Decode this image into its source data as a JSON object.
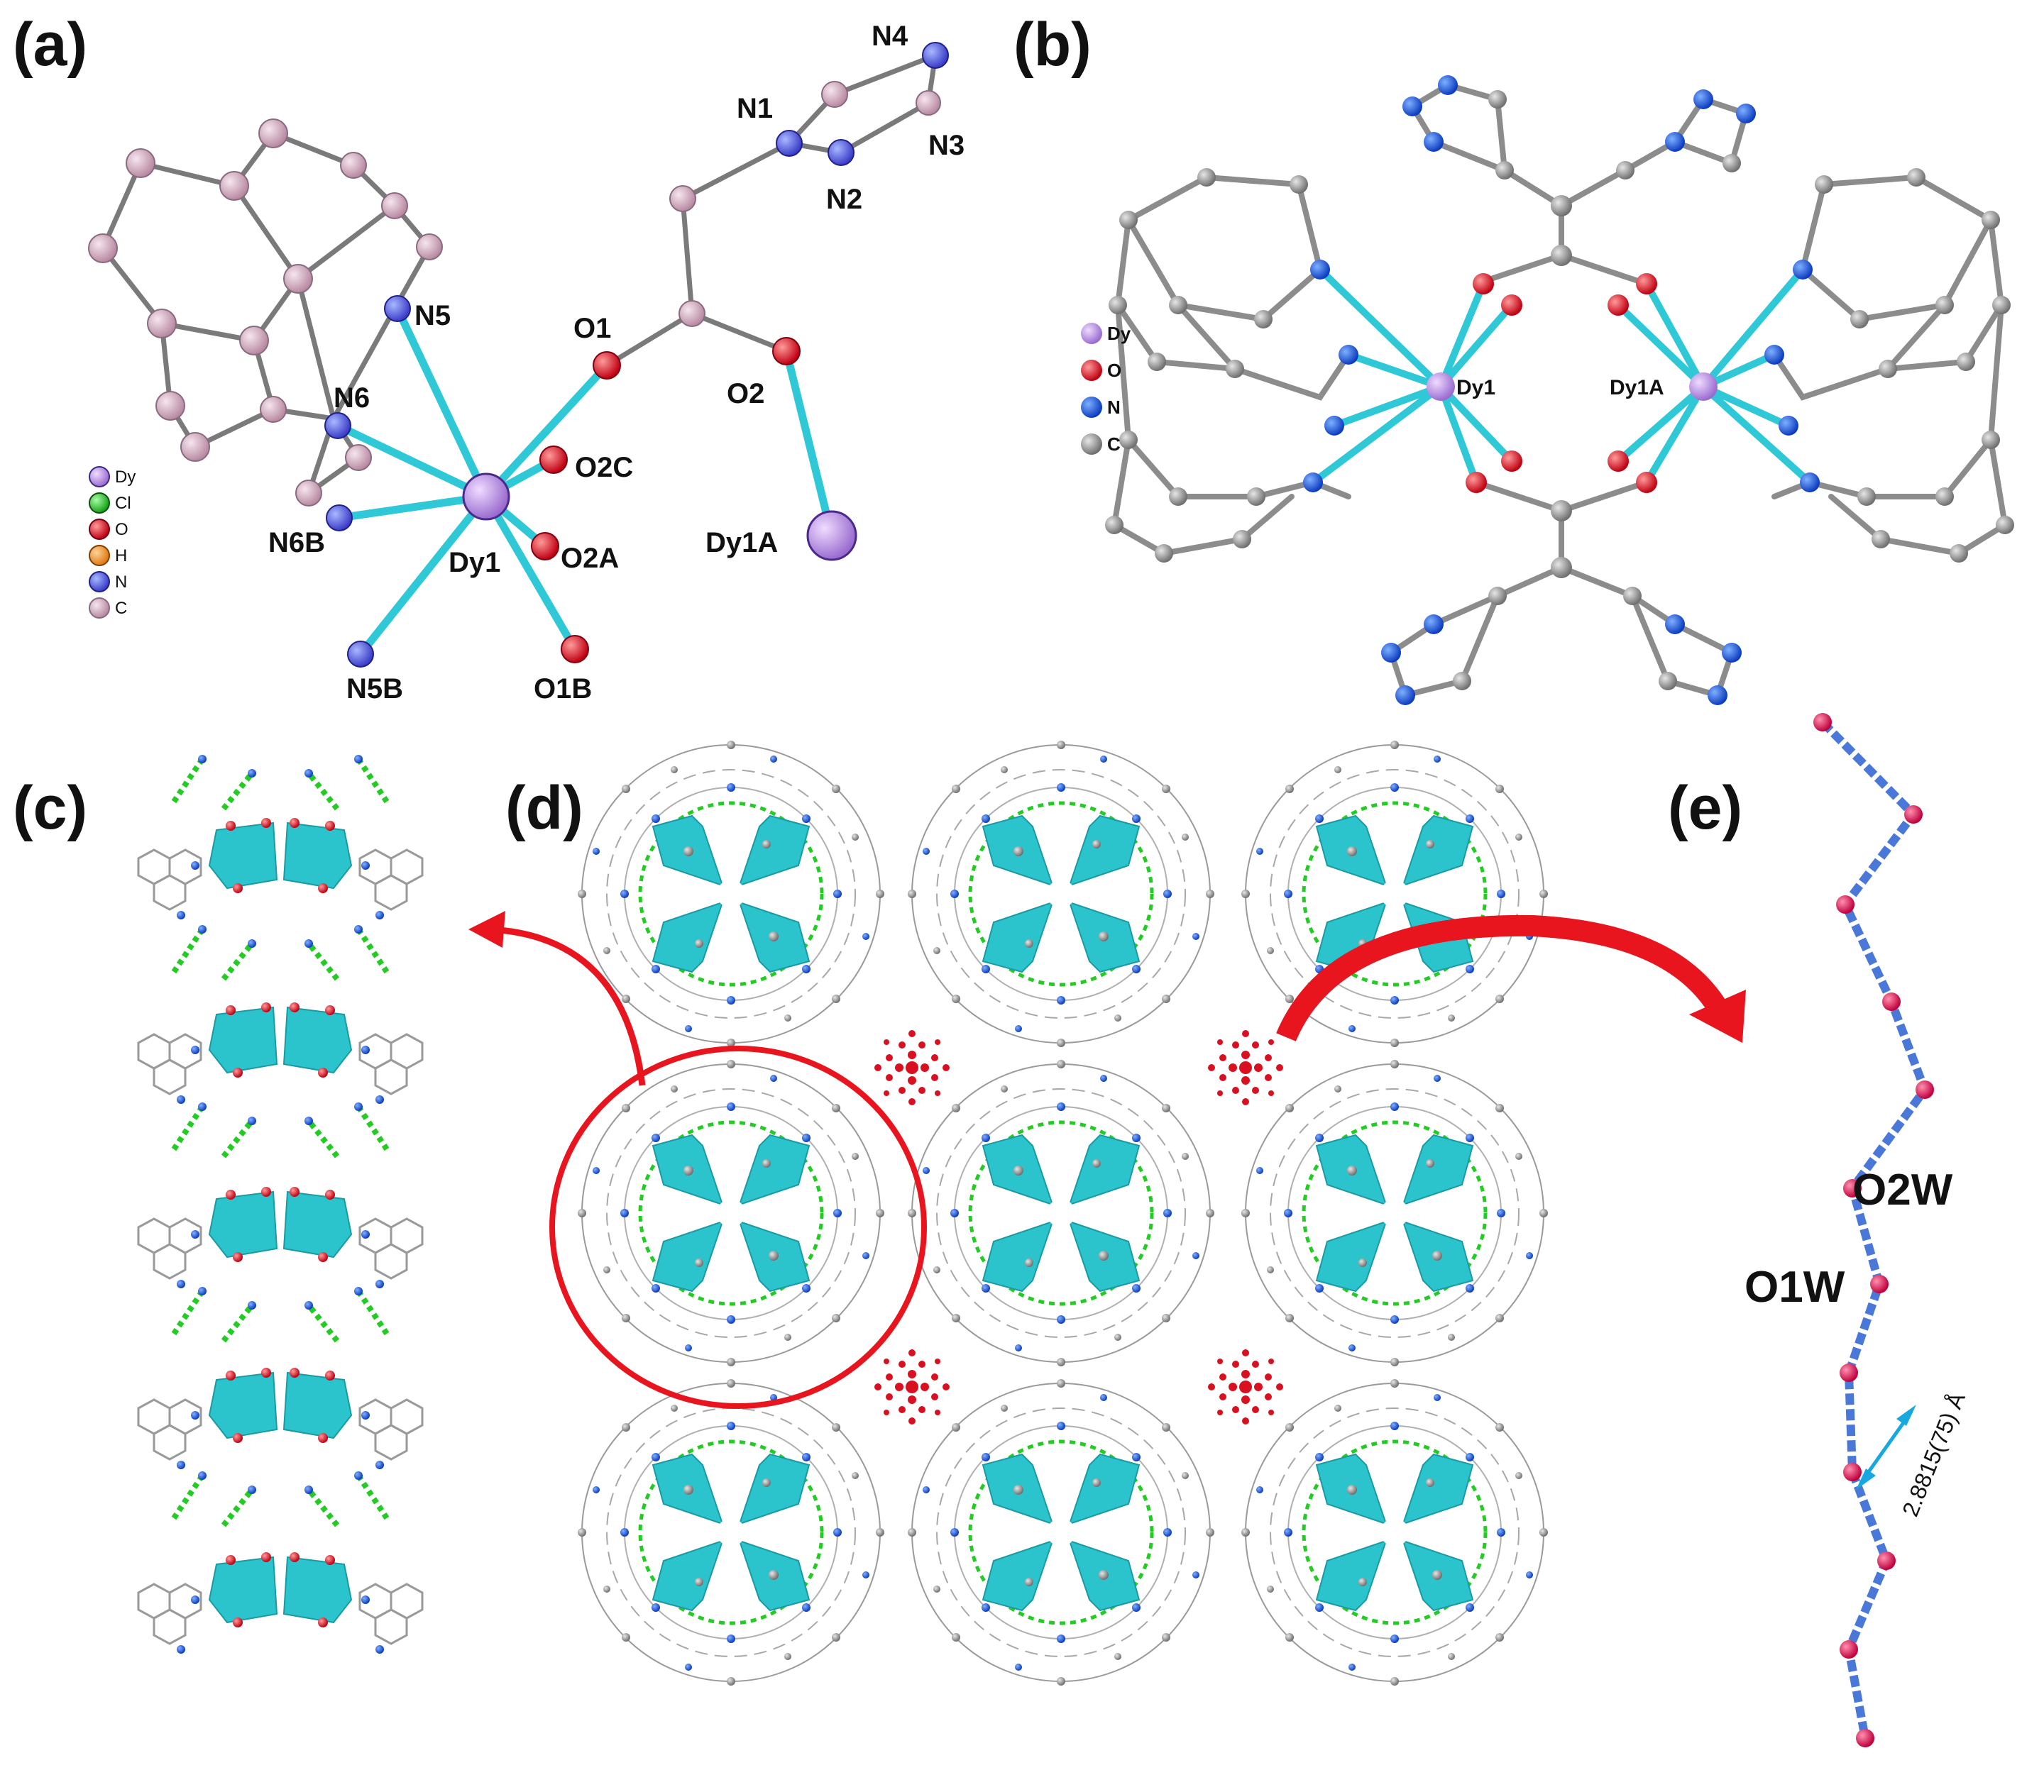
{
  "panels": {
    "a": {
      "label": "(a)",
      "atoms": [
        "N4",
        "N1",
        "N3",
        "N2",
        "N5",
        "O1",
        "O2",
        "N6",
        "O2C",
        "Dy1A",
        "N6B",
        "Dy1",
        "O2A",
        "N5B",
        "O1B"
      ],
      "legend": [
        "Dy",
        "Cl",
        "O",
        "H",
        "N",
        "C"
      ]
    },
    "b": {
      "label": "(b)",
      "atoms": [
        "Dy1",
        "Dy1A"
      ],
      "legend": [
        "Dy",
        "O",
        "N",
        "C"
      ]
    },
    "c": {
      "label": "(c)"
    },
    "d": {
      "label": "(d)"
    },
    "e": {
      "label": "(e)",
      "atoms": [
        "O2W",
        "O1W"
      ],
      "distance": "2.8815(75) Å"
    }
  },
  "colors": {
    "Dy": "#c9a0e6",
    "O": "#e0001a",
    "N": "#1a5bd6",
    "C_a": "#d8b4c8",
    "C_gray": "#8c8c8c",
    "bond_cyan": "#2ec8d6",
    "polyhedron": "#2cc4cc",
    "hbond": "#22cc22",
    "water_chain": "#4a78d8",
    "arrow_red": "#e8141e"
  }
}
